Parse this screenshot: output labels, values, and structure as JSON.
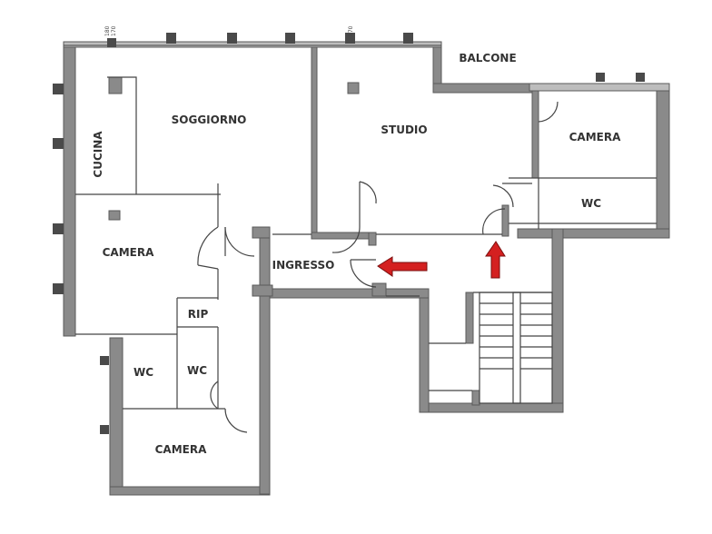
{
  "colors": {
    "wall": "#8a8a8a",
    "wall_edge": "#5a5a5a",
    "line": "#444444",
    "text": "#333333",
    "arrow": "#d42020",
    "arrow_edge": "#7a0e0e"
  },
  "rooms": {
    "soggiorno": "SOGGIORNO",
    "cucina": "CUCINA",
    "studio": "STUDIO",
    "balcone": "BALCONE",
    "camera_right": "CAMERA",
    "wc_right": "WC",
    "camera_left": "CAMERA",
    "ingresso": "INGRESSO",
    "rip": "RIP",
    "wc_left": "WC",
    "wc_middle": "WC",
    "camera_bottom": "CAMERA"
  },
  "dimensions": {
    "window_1a": "180",
    "window_1b": "170",
    "window_5": "170"
  },
  "icons": {
    "entry_arrow": "arrow-left-icon",
    "stair_arrow": "arrow-up-icon"
  }
}
